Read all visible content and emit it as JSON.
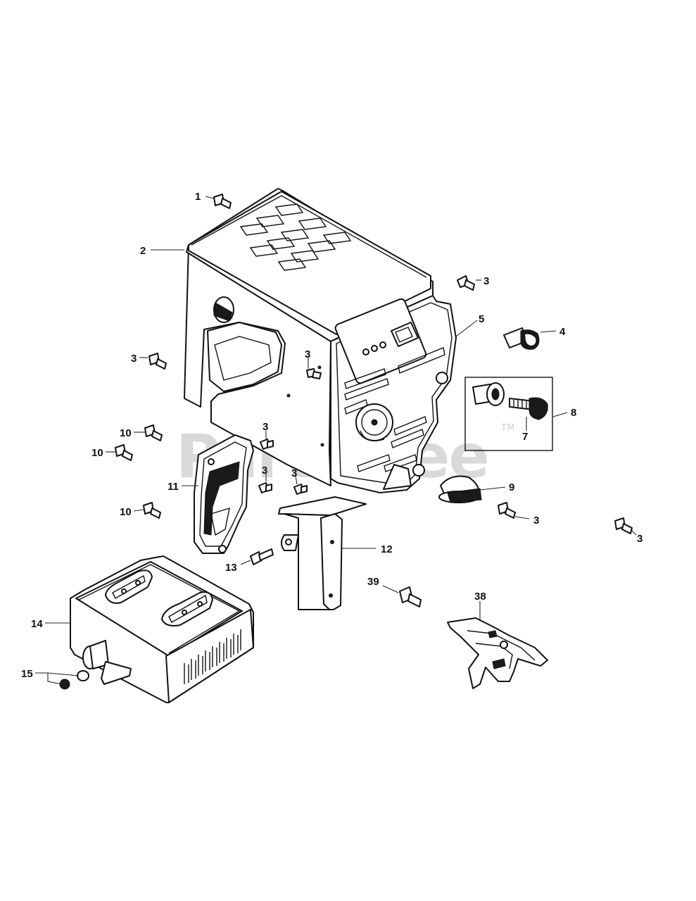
{
  "watermark": {
    "text": "PartsTree",
    "trademark": "TM"
  },
  "callouts": [
    {
      "id": "c1",
      "label": "1"
    },
    {
      "id": "c2",
      "label": "2"
    },
    {
      "id": "c3a",
      "label": "3"
    },
    {
      "id": "c3b",
      "label": "3"
    },
    {
      "id": "c3c",
      "label": "3"
    },
    {
      "id": "c3d",
      "label": "3"
    },
    {
      "id": "c3e",
      "label": "3"
    },
    {
      "id": "c3f",
      "label": "3"
    },
    {
      "id": "c3g",
      "label": "3"
    },
    {
      "id": "c3h",
      "label": "3"
    },
    {
      "id": "c4",
      "label": "4"
    },
    {
      "id": "c5",
      "label": "5"
    },
    {
      "id": "c7",
      "label": "7"
    },
    {
      "id": "c8",
      "label": "8"
    },
    {
      "id": "c9",
      "label": "9"
    },
    {
      "id": "c10a",
      "label": "10"
    },
    {
      "id": "c10b",
      "label": "10"
    },
    {
      "id": "c10c",
      "label": "10"
    },
    {
      "id": "c11",
      "label": "11"
    },
    {
      "id": "c12",
      "label": "12"
    },
    {
      "id": "c13",
      "label": "13"
    },
    {
      "id": "c14",
      "label": "14"
    },
    {
      "id": "c15",
      "label": "15"
    },
    {
      "id": "c38",
      "label": "38"
    },
    {
      "id": "c39",
      "label": "39"
    }
  ]
}
